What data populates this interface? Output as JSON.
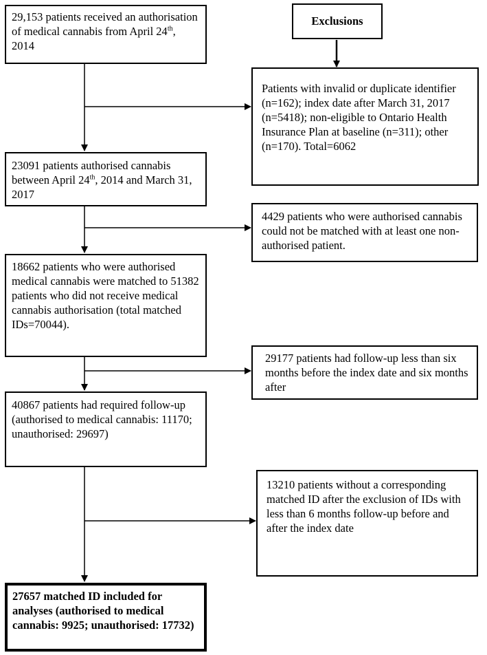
{
  "boxes": {
    "start": {
      "pre": "29,153 patients received an authorisation of medical cannabis from April 24",
      "sup": "th",
      "post": ", 2014"
    },
    "exclusions_header": {
      "text": "Exclusions"
    },
    "exclusion_1": {
      "text": "Patients with invalid or duplicate identifier (n=162); index date after March 31, 2017 (n=5418); non-eligible to Ontario Health Insurance Plan at baseline (n=311); other (n=170). Total=6062"
    },
    "step_2": {
      "pre": "23091 patients authorised cannabis between April 24",
      "sup": "th",
      "post": ", 2014 and March 31, 2017"
    },
    "exclusion_2": {
      "text": "4429 patients who were authorised cannabis could not be matched with at least one non-authorised patient."
    },
    "step_3": {
      "text": "18662 patients who were authorised medical cannabis were matched to 51382 patients who did not receive medical cannabis authorisation (total matched IDs=70044)."
    },
    "exclusion_3": {
      "text": "29177 patients had follow-up less than six months before the index date and six months after"
    },
    "step_4": {
      "text": "40867 patients had required follow-up (authorised to medical cannabis: 11170; unauthorised: 29697)"
    },
    "exclusion_4": {
      "text": "13210 patients without a corresponding matched ID after the exclusion of IDs with less than 6 months follow-up before and after the index date"
    },
    "final": {
      "text": "27657 matched ID included for analyses (authorised to medical cannabis: 9925; unauthorised: 17732)"
    }
  }
}
